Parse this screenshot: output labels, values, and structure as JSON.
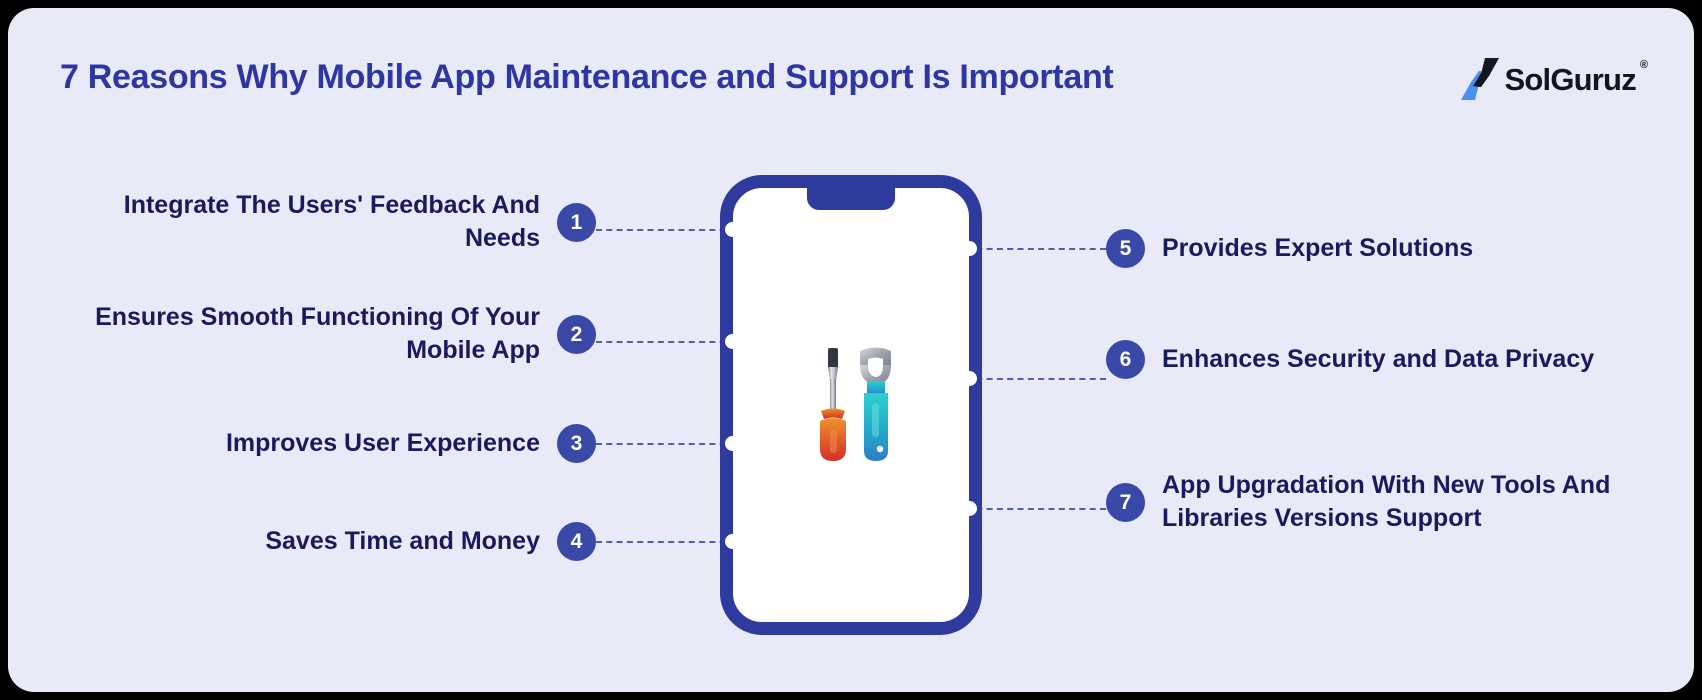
{
  "header": {
    "title": "7 Reasons Why Mobile App Maintenance and Support Is Important"
  },
  "logo": {
    "name": "SolGuruz",
    "trademark": "®",
    "mark_colors": {
      "blue": "#4a90f0",
      "dark": "#15151f"
    }
  },
  "phone": {
    "screen_icon": "tools-icon"
  },
  "colors": {
    "card_background": "#e8eaf8",
    "outer_background": "#000000",
    "title": "#2e35a4",
    "label_text": "#1a1a5e",
    "badge_fill": "#3a49a8",
    "phone_frame": "#2e3a9e",
    "connector": "#4f5bb5",
    "screwdriver_handle": "#e2622a",
    "screwdriver_handle_low": "#d23a2a",
    "wrench_handle": "#28bcc8",
    "wrench_handle_low": "#2e7fc4",
    "tool_metal": "#9fa3ac"
  },
  "reasons": {
    "left": [
      {
        "number": "1",
        "label": "Integrate The Users' Feedback And Needs"
      },
      {
        "number": "2",
        "label": "Ensures Smooth Functioning Of Your Mobile App"
      },
      {
        "number": "3",
        "label": "Improves User Experience"
      },
      {
        "number": "4",
        "label": "Saves Time and Money"
      }
    ],
    "right": [
      {
        "number": "5",
        "label": "Provides Expert Solutions"
      },
      {
        "number": "6",
        "label": "Enhances Security and Data Privacy"
      },
      {
        "number": "7",
        "label": "App Upgradation With New Tools And Libraries Versions Support"
      }
    ]
  }
}
